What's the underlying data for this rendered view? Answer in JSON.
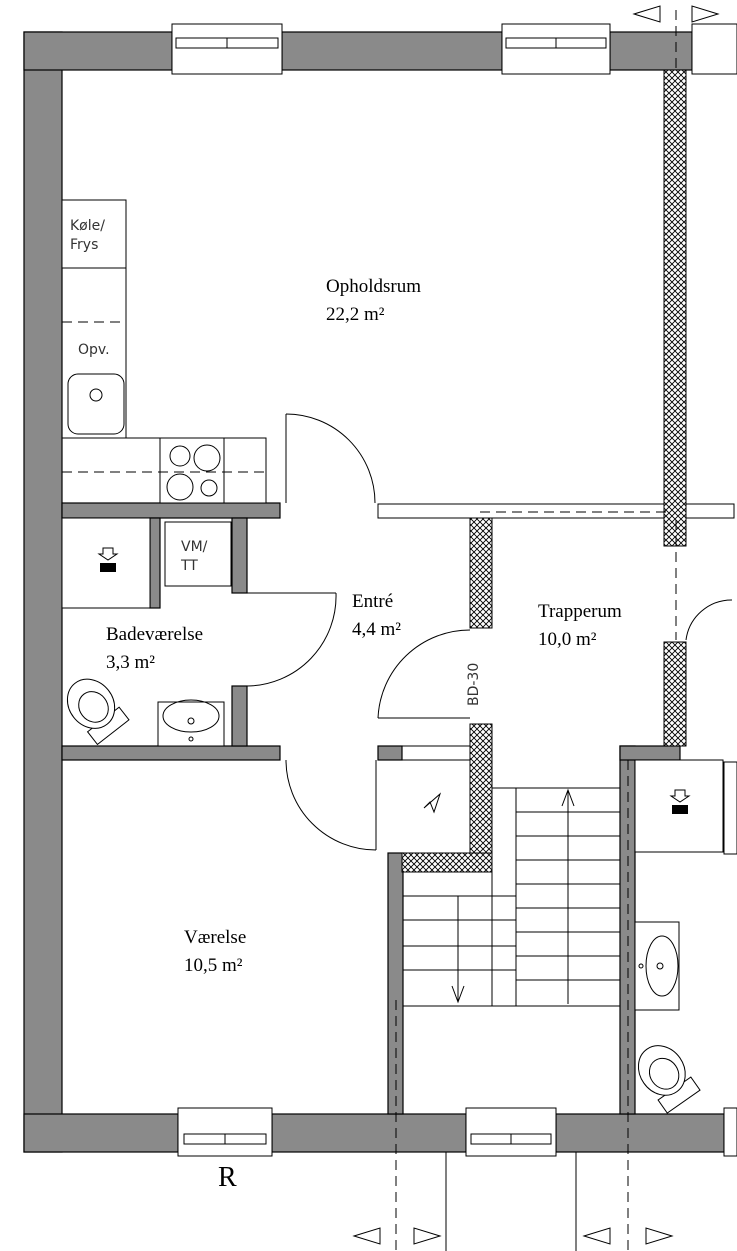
{
  "rooms": {
    "opholdsrum": {
      "name": "Opholdsrum",
      "area": "22,2 m²"
    },
    "entre": {
      "name": "Entré",
      "area": "4,4 m²"
    },
    "trapperum": {
      "name": "Trapperum",
      "area": "10,0 m²"
    },
    "badevaerelse": {
      "name": "Badeværelse",
      "area": "3,3 m²"
    },
    "vaerelse": {
      "name": "Værelse",
      "area": "10,5 m²"
    }
  },
  "fixtures": {
    "fridge_line1": "Køle/",
    "fridge_line2": "Frys",
    "dishwasher": "Opv.",
    "washer_line1": "VM/",
    "washer_line2": "TT"
  },
  "marks": {
    "wall_code": "BD-30",
    "section_letter": "R"
  },
  "icon_names": [
    "window-icon",
    "door-swing-icon",
    "toilet-icon",
    "sink-icon",
    "stove-icon",
    "vent-icon",
    "section-arrow-icon",
    "stair-arrow-icon",
    "entrance-arrow-icon"
  ]
}
